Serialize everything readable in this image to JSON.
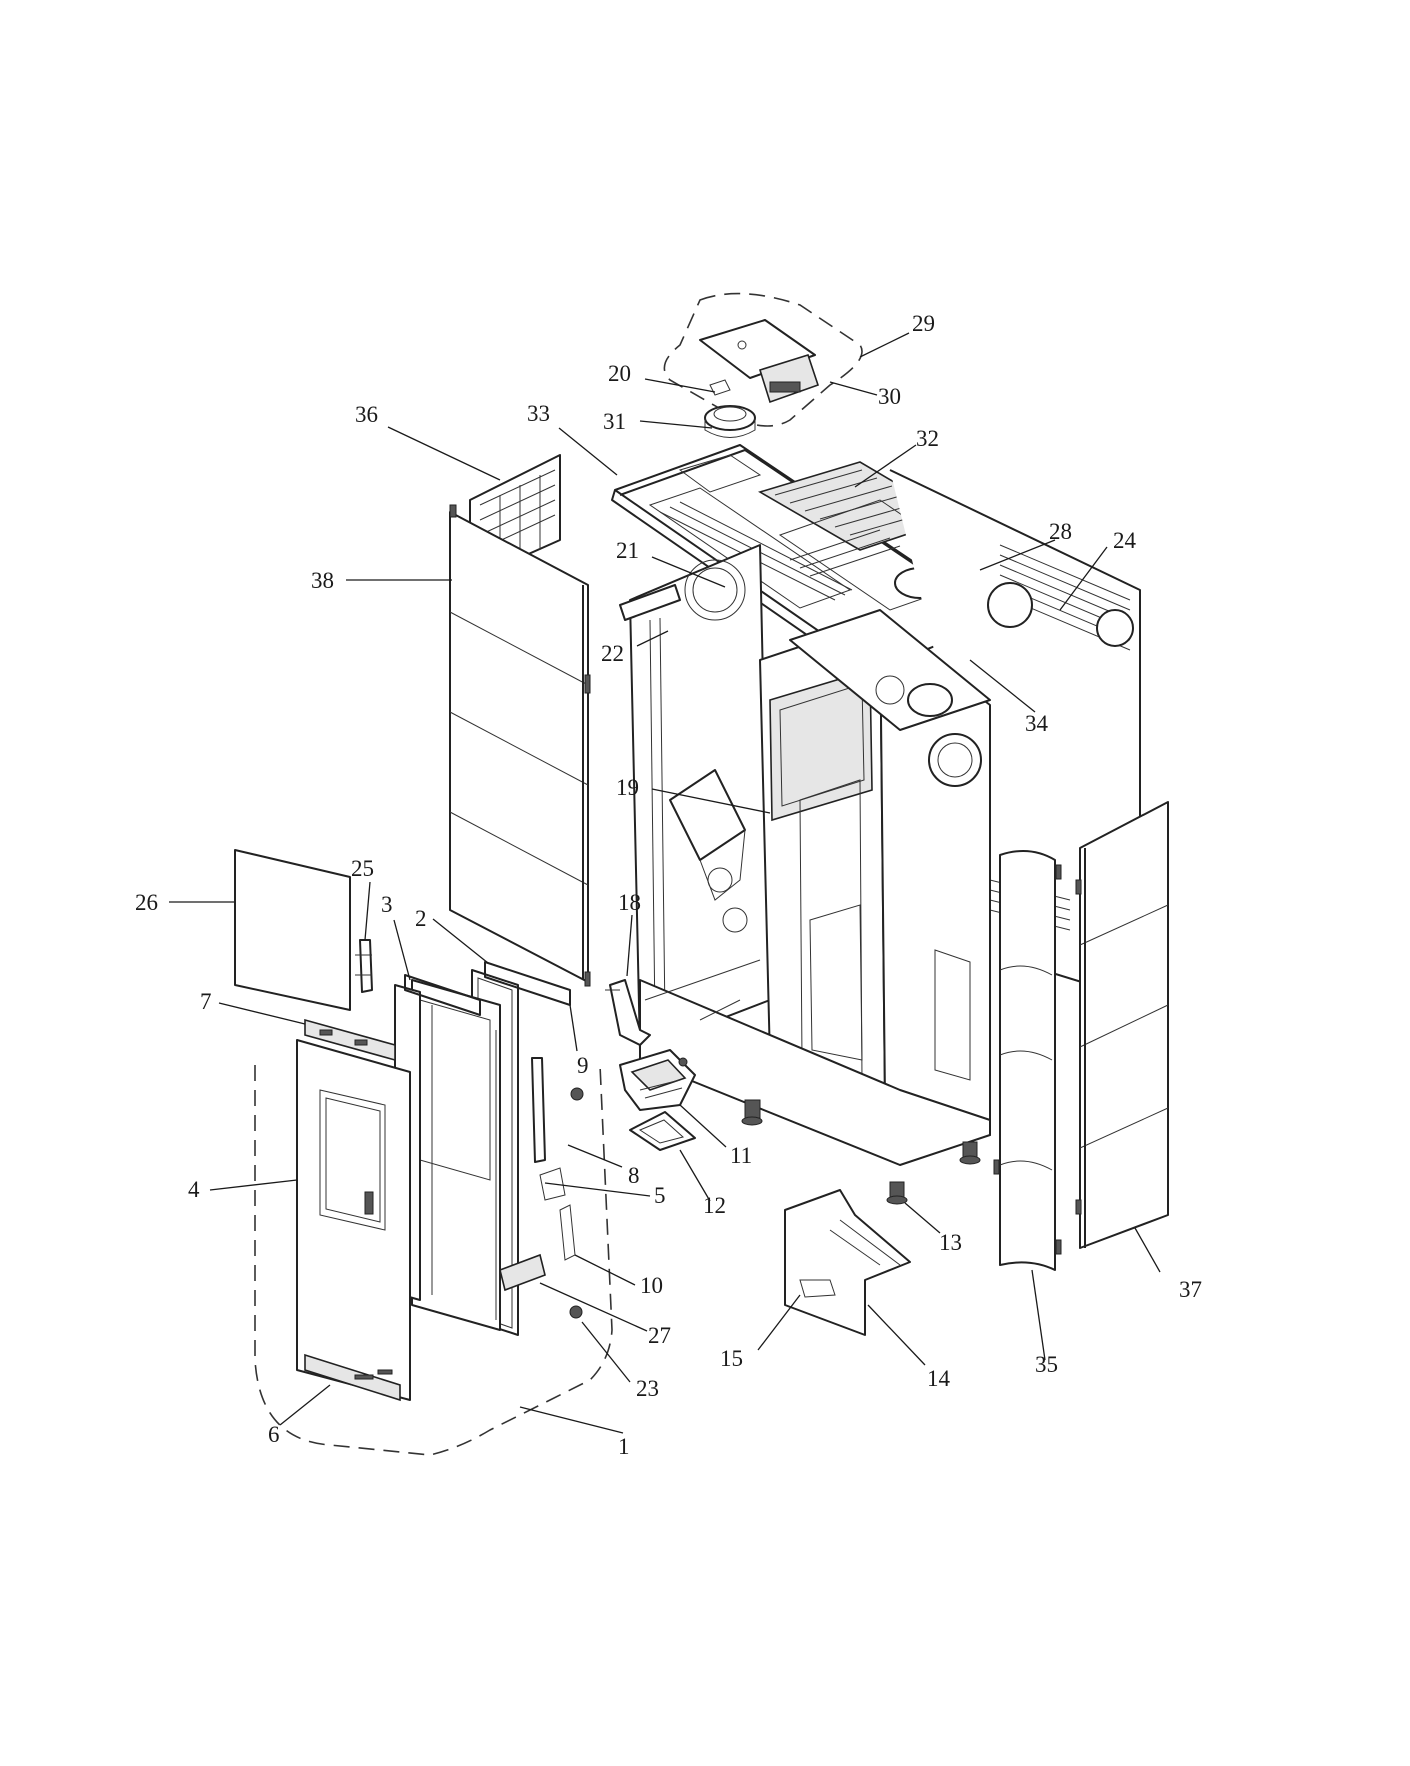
{
  "callouts": {
    "c1": "1",
    "c2": "2",
    "c3": "3",
    "c4": "4",
    "c5": "5",
    "c6": "6",
    "c7": "7",
    "c8": "8",
    "c9": "9",
    "c10": "10",
    "c11": "11",
    "c12": "12",
    "c13": "13",
    "c14": "14",
    "c15": "15",
    "c18": "18",
    "c19": "19",
    "c20": "20",
    "c21": "21",
    "c22": "22",
    "c23": "23",
    "c24": "24",
    "c25": "25",
    "c26": "26",
    "c27": "27",
    "c28": "28",
    "c29": "29",
    "c30": "30",
    "c31": "31",
    "c32": "32",
    "c33": "33",
    "c34": "34",
    "c35": "35",
    "c36": "36",
    "c37": "37",
    "c38": "38"
  }
}
